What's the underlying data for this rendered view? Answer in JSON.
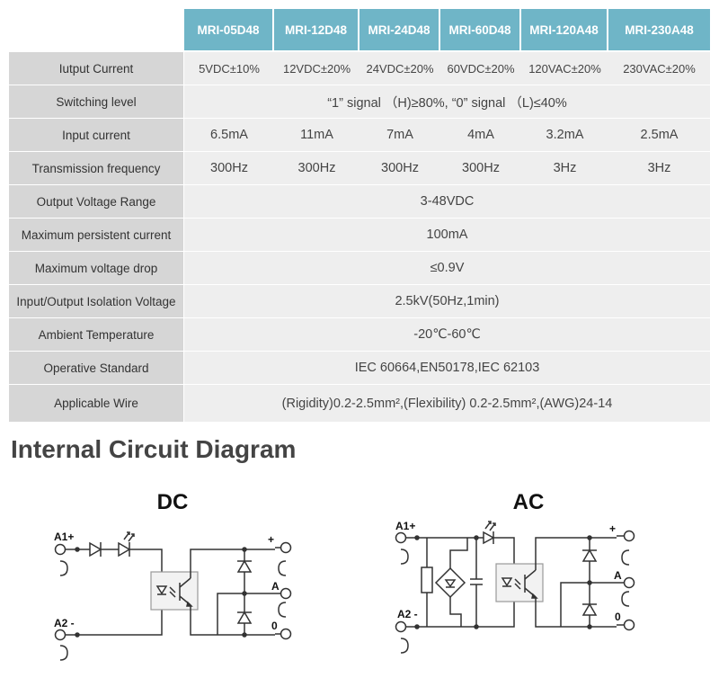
{
  "spec_table": {
    "models": [
      "MRI-05D48",
      "MRI-12D48",
      "MRI-24D48",
      "MRI-60D48",
      "MRI-120A48",
      "MRI-230A48"
    ],
    "rows": [
      {
        "label": "Iutput Current",
        "cells": [
          "5VDC±10%",
          "12VDC±20%",
          "24VDC±20%",
          "60VDC±20%",
          "120VAC±20%",
          "230VAC±20%"
        ]
      },
      {
        "label": "Switching level",
        "cells": [
          "“1” signal （H)≥80%, “0” signal （L)≤40%"
        ]
      },
      {
        "label": "Input current",
        "cells": [
          "6.5mA",
          "11mA",
          "7mA",
          "4mA",
          "3.2mA",
          "2.5mA"
        ]
      },
      {
        "label": "Transmission frequency",
        "cells": [
          "300Hz",
          "300Hz",
          "300Hz",
          "300Hz",
          "3Hz",
          "3Hz"
        ]
      },
      {
        "label": "Output Voltage Range",
        "cells": [
          "3-48VDC"
        ]
      },
      {
        "label": "Maximum persistent current",
        "cells": [
          "100mA"
        ]
      },
      {
        "label": "Maximum voltage drop",
        "cells": [
          "≤0.9V"
        ]
      },
      {
        "label": "Input/Output Isolation Voltage",
        "cells": [
          "2.5kV(50Hz,1min)"
        ]
      },
      {
        "label": "Ambient Temperature",
        "cells": [
          "-20℃-60℃"
        ]
      },
      {
        "label": "Operative Standard",
        "cells": [
          "IEC 60664,EN50178,IEC 62103"
        ]
      },
      {
        "label": "Applicable Wire",
        "cells": [
          "(Rigidity)0.2-2.5mm²,(Flexibility) 0.2-2.5mm²,(AWG)24-14"
        ]
      }
    ]
  },
  "section_title": "Internal Circuit Diagram",
  "dc_diagram": {
    "title": "DC",
    "in_pos": "A1+",
    "in_neg": "A2 -",
    "out_plus": "+",
    "out_a": "A",
    "out_zero": "0"
  },
  "ac_diagram": {
    "title": "AC",
    "in_pos": "A1+",
    "in_neg": "A2 -",
    "out_plus": "+",
    "out_a": "A",
    "out_zero": "0"
  }
}
